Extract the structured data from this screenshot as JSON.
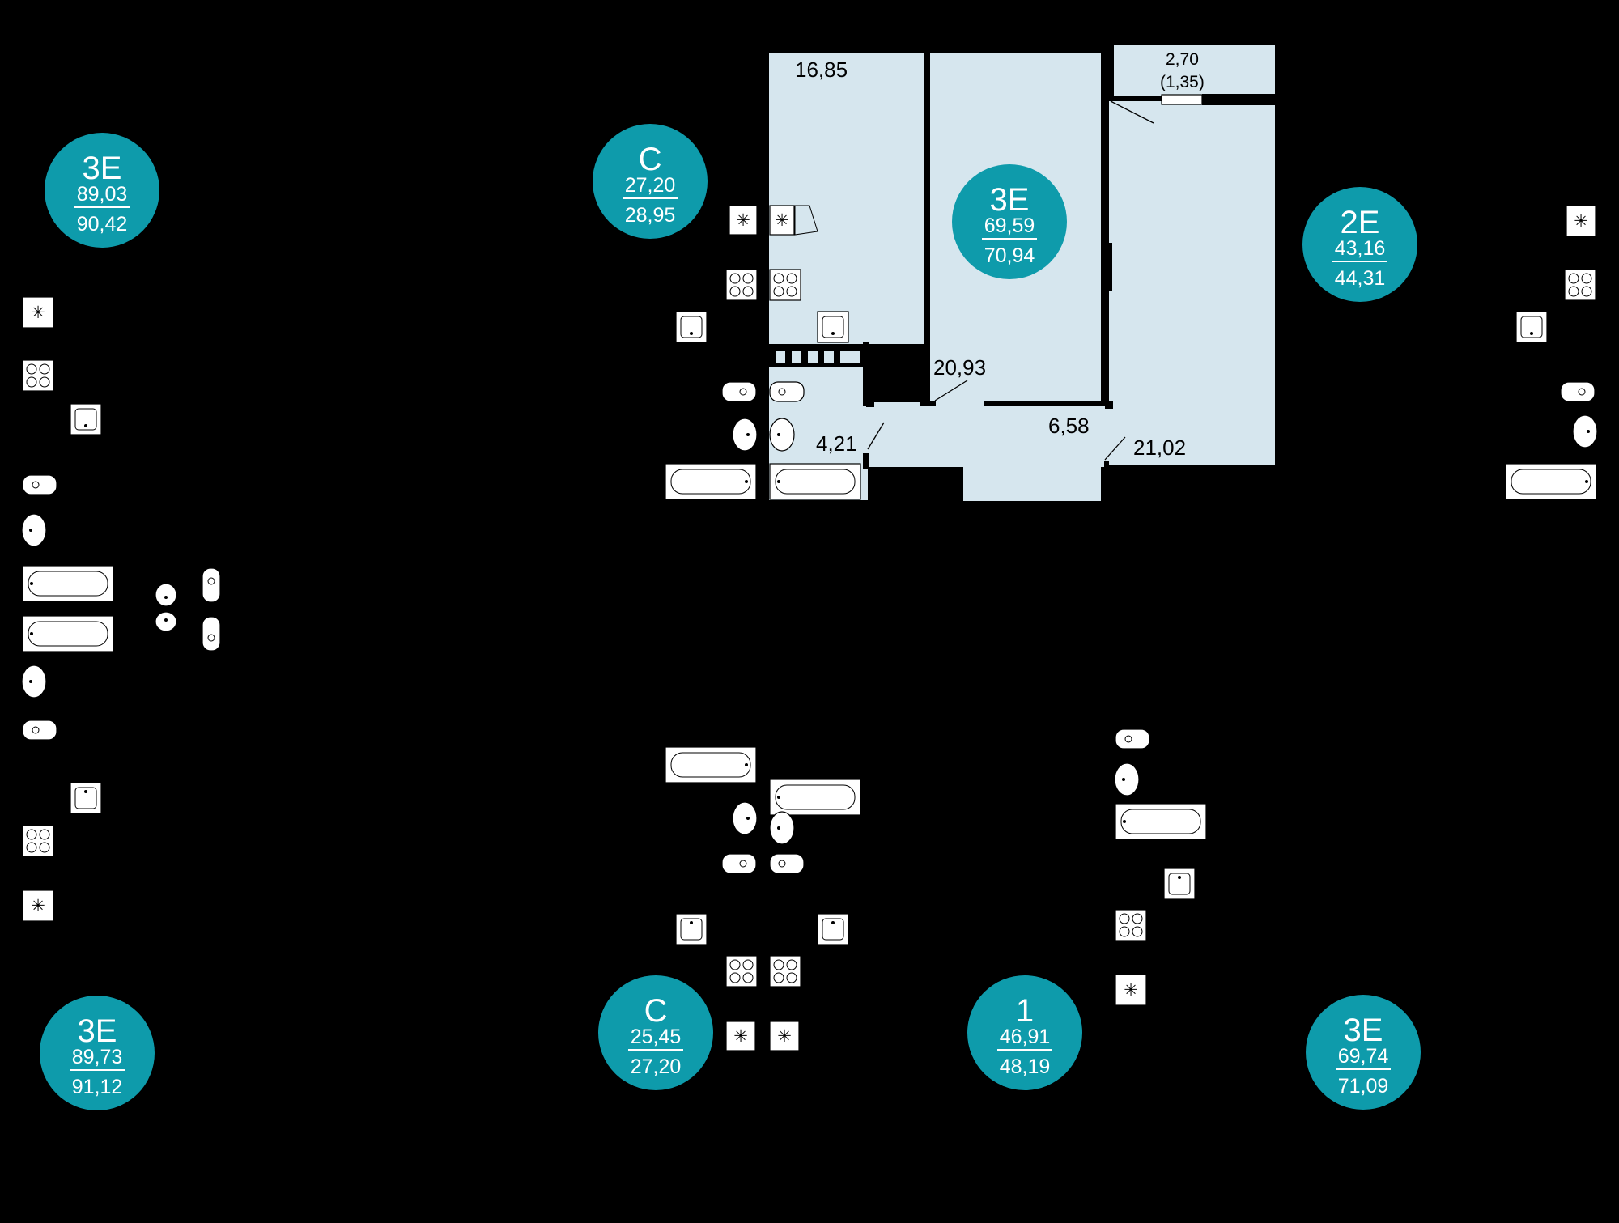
{
  "colors": {
    "background": "#000000",
    "room_fill": "#d6e6ee",
    "badge_fill": "#0e9bab",
    "badge_text": "#ffffff"
  },
  "selected_apartment": {
    "badge": {
      "type": "3Е",
      "living_area": "69,59",
      "total_area": "70,94"
    },
    "rooms": {
      "room_top_left": "16,85",
      "balcony_area": "2,70",
      "balcony_reduced": "(1,35)",
      "room_center": "20,93",
      "room_right": "21,02",
      "bathroom": "4,21",
      "hallway": "6,58"
    }
  },
  "apartments": [
    {
      "id": "apt-top-left",
      "type": "3Е",
      "living_area": "89,03",
      "total_area": "90,42"
    },
    {
      "id": "apt-top-center",
      "type": "С",
      "living_area": "27,20",
      "total_area": "28,95"
    },
    {
      "id": "apt-top-right",
      "type": "2Е",
      "living_area": "43,16",
      "total_area": "44,31"
    },
    {
      "id": "apt-bottom-left",
      "type": "3Е",
      "living_area": "89,73",
      "total_area": "91,12"
    },
    {
      "id": "apt-bottom-center",
      "type": "С",
      "living_area": "25,45",
      "total_area": "27,20"
    },
    {
      "id": "apt-bottom-mid",
      "type": "1",
      "living_area": "46,91",
      "total_area": "48,19"
    },
    {
      "id": "apt-bottom-right",
      "type": "3Е",
      "living_area": "69,74",
      "total_area": "71,09"
    }
  ],
  "fixture_icons": [
    "ventilation-icon",
    "stove-icon",
    "sink-icon",
    "toilet-icon",
    "washbasin-icon",
    "bathtub-icon"
  ]
}
